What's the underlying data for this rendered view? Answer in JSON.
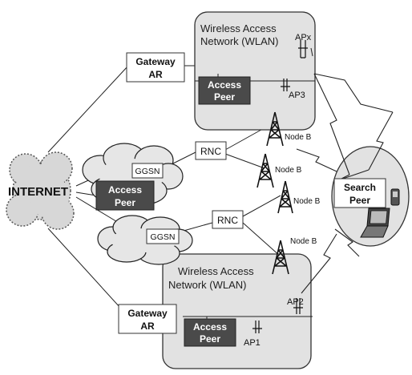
{
  "labels": {
    "wlan_top_line1": "Wireless Access",
    "wlan_top_line2": "Network (WLAN)",
    "wlan_bottom_line1": "Wireless Access",
    "wlan_bottom_line2": "Network (WLAN)",
    "gateway_top_line1": "Gateway",
    "gateway_top_line2": "AR",
    "gateway_bottom_line1": "Gateway",
    "gateway_bottom_line2": "AR",
    "access_peer_top_line1": "Access",
    "access_peer_top_line2": "Peer",
    "access_peer_mid_line1": "Access",
    "access_peer_mid_line2": "Peer",
    "access_peer_bottom_line1": "Access",
    "access_peer_bottom_line2": "Peer",
    "internet": "INTERNET",
    "rnc_top": "RNC",
    "rnc_bottom": "RNC",
    "ggsn_top": "GGSN",
    "ggsn_bottom": "GGSN",
    "node_b_1": "Node B",
    "node_b_2": "Node B",
    "node_b_3": "Node B",
    "node_b_4": "Node B",
    "apx": "APx",
    "ap3": "AP3",
    "ap2": "AP2",
    "ap1": "AP1",
    "search_peer_line1": "Search",
    "search_peer_line2": "Peer"
  },
  "colors": {
    "wlan_fill": "#e2e2e2",
    "access_peer_fill": "#4a4a4a",
    "access_peer_text": "#ffffff",
    "cloud_fill": "#e6e6e6"
  },
  "icons": [
    "cell-tower-icon",
    "access-point-icon",
    "laptop-icon",
    "mobile-phone-icon",
    "cloud-shape"
  ]
}
